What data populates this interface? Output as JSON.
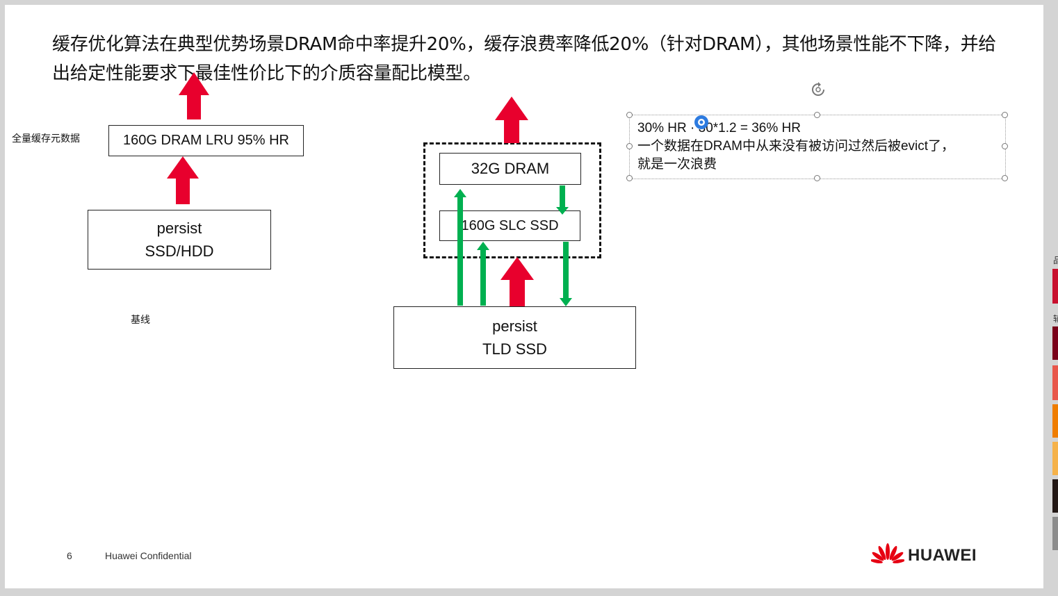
{
  "slide": {
    "title": "缓存优化算法在典型优势场景DRAM命中率提升20%，缓存浪费率降低20%（针对DRAM），其他场景性能不下降，并给出给定性能要求下最佳性价比下的介质容量配比模型。"
  },
  "baseline": {
    "label_metadata": "全量缓存元数据",
    "dram_box": "160G DRAM LRU 95% HR",
    "persist_line1": "persist",
    "persist_line2": "SSD/HDD",
    "caption": "基线"
  },
  "proposed": {
    "dram_box": "32G DRAM",
    "slc_box": "160G SLC SSD",
    "persist_line1": "persist",
    "persist_line2": "TLD SSD"
  },
  "note": {
    "line1": "30% HR  ·  30*1.2 = 36% HR",
    "line2": "一个数据在DRAM中从来没有被访问过然后被evict了，",
    "line3": "就是一次浪费"
  },
  "footer": {
    "page_number": "6",
    "confidential": "Huawei Confidential",
    "brand": "HUAWEI"
  },
  "colors": {
    "red_arrow": "#e8002d",
    "green_arrow": "#00b050",
    "brand_red": "#e60012"
  },
  "side_swatches": [
    "#c8102e",
    "#7a0019",
    "#e8574b",
    "#ef7d00",
    "#f5b24a",
    "#231815",
    "#8c8c8c"
  ]
}
